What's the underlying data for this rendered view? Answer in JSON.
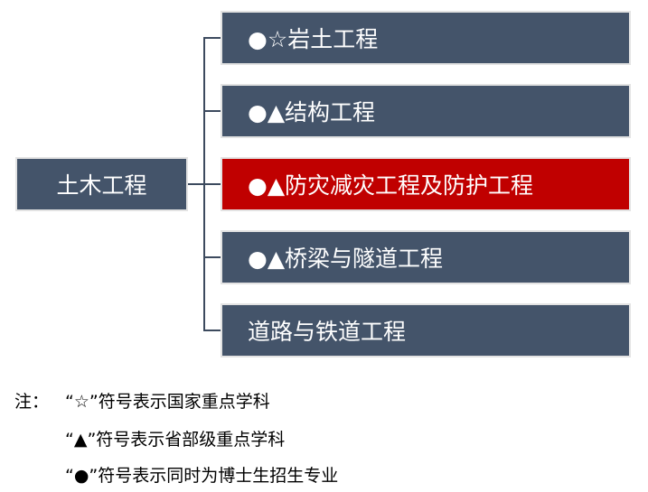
{
  "root": {
    "label": "土木工程"
  },
  "children": [
    {
      "label": "●☆岩土工程",
      "highlight": false
    },
    {
      "label": "●▲结构工程",
      "highlight": false
    },
    {
      "label": "●▲防灾减灾工程及防护工程",
      "highlight": true
    },
    {
      "label": "●▲桥梁与隧道工程",
      "highlight": false
    },
    {
      "label": "道路与铁道工程",
      "highlight": false
    }
  ],
  "notes": {
    "prefix": "注：",
    "lines": [
      "“☆”符号表示国家重点学科",
      "“▲”符号表示省部级重点学科",
      "“●”符号表示同时为博士生招生专业"
    ]
  },
  "colors": {
    "box": "#44546a",
    "highlight": "#c00000"
  }
}
